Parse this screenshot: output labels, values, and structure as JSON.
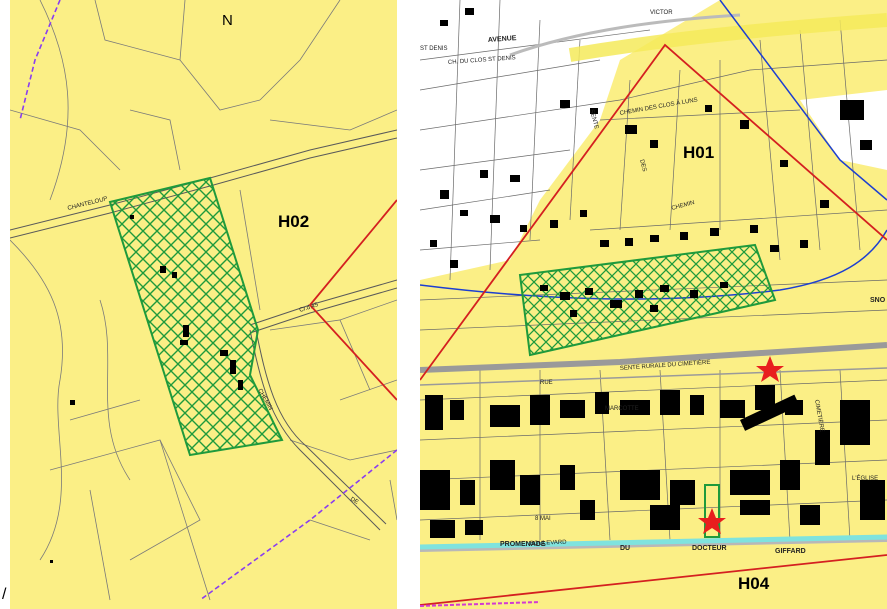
{
  "left_panel": {
    "north_label": "N",
    "zone_label": "H02",
    "road_labels": {
      "chanteloup": "CHANTELOUP",
      "chemin": "CHEMIN",
      "de": "DE",
      "cr": "Cr.d.45"
    }
  },
  "right_panel": {
    "zone_label_top": "H01",
    "zone_label_bottom": "H04",
    "road_labels": {
      "avenue": "AVENUE",
      "victor": "VICTOR",
      "st_denis": "ST DENIS",
      "clos_st_denis": "CH. DU CLOS ST DENIS",
      "chemin_clos": "CHEMIN DES CLOS À LUNS",
      "sente": "SENTE",
      "des": "DES",
      "chemin": "CHEMIN",
      "sente_rurale": "SENTE RURALE DU CIMETIÈRE",
      "rue": "RUE",
      "marcotte": "MARCOTTE",
      "boulevard": "BOULEVARD",
      "promenade": "PROMENADE",
      "du": "DU",
      "docteur": "DOCTEUR",
      "giffard": "GIFFARD",
      "sno": "SNO",
      "mai": "8 MAI",
      "cimetiere": "CIMETIÈRE",
      "l_eglise": "L'ÉGLISE"
    }
  },
  "colors": {
    "map_background": "#fbef86",
    "protected_hatch": "#1f9a3c",
    "zone_boundary": "#d42020",
    "stream": "#1d3fd1",
    "footpath": "#8a3df0",
    "building": "#000000",
    "star": "#e81e1e"
  },
  "symbols": [
    "star-icon",
    "star-icon"
  ]
}
